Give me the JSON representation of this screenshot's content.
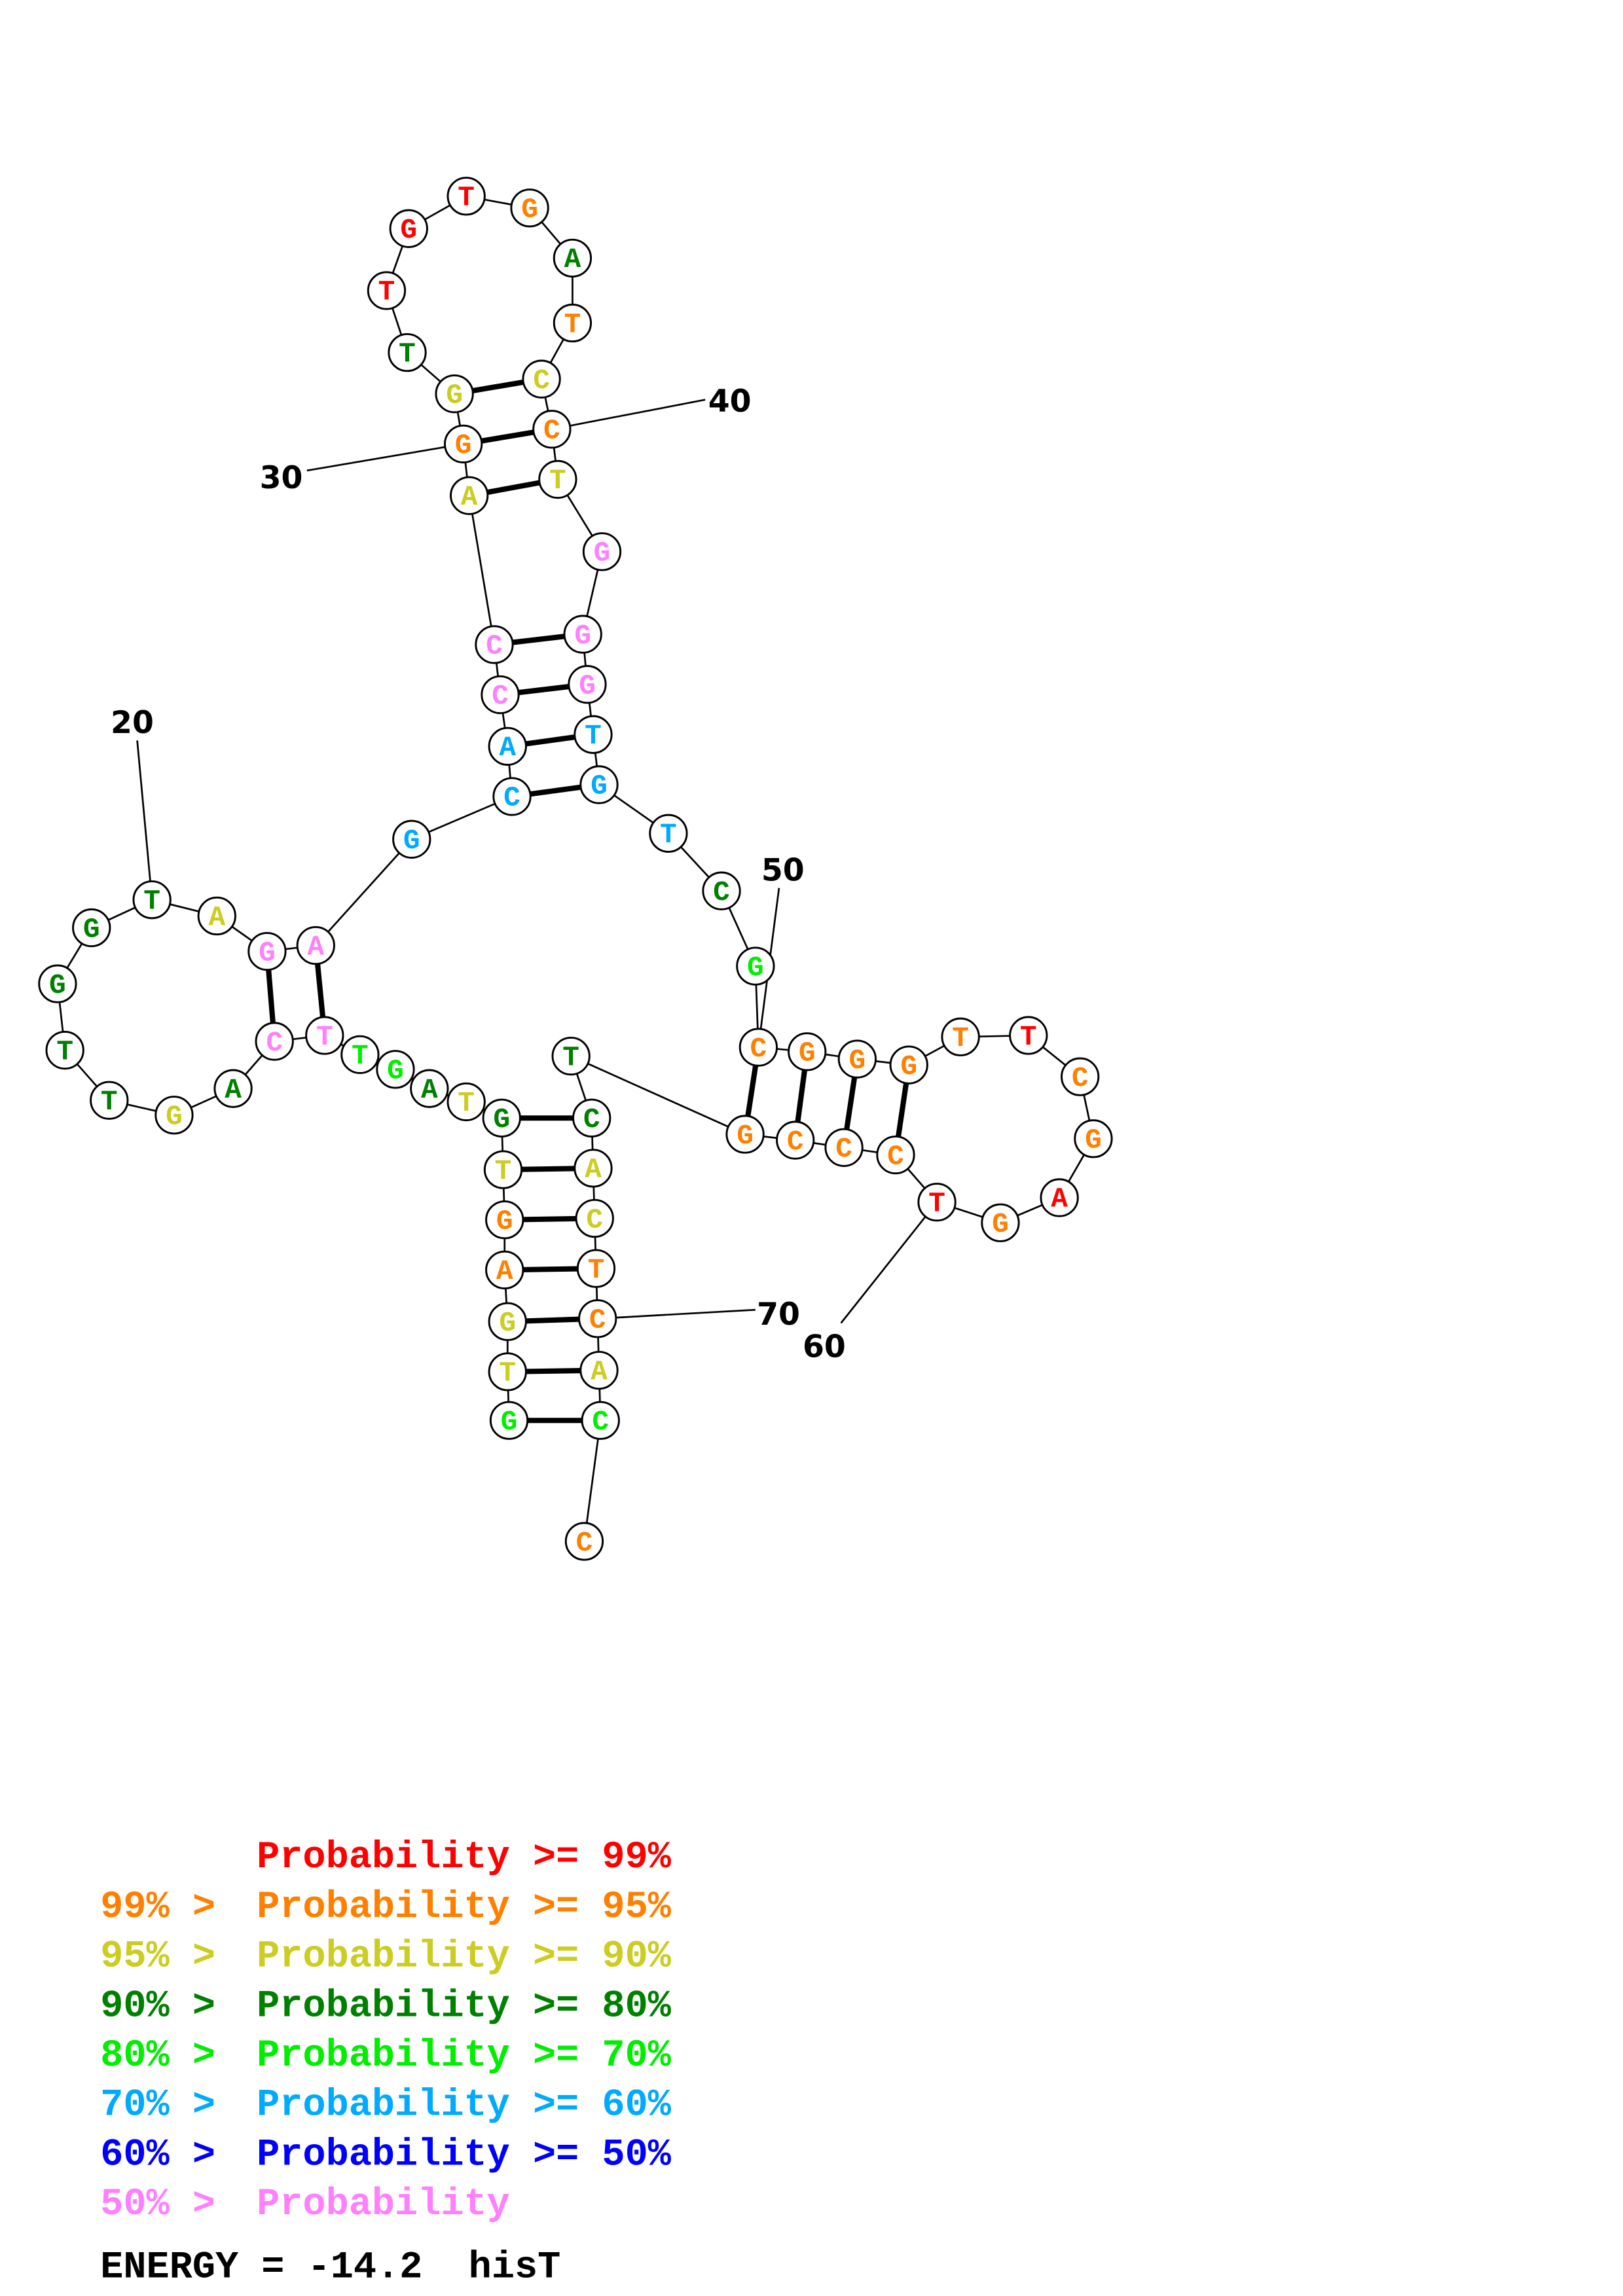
{
  "colors": {
    "p99": "#ff0000",
    "p95": "#ff8000",
    "p90": "#cccc22",
    "p80": "#008000",
    "p70": "#00ee00",
    "p60": "#00aaff",
    "p50": "#0000ff",
    "plow": "#ff80ff"
  },
  "sequence": [
    {
      "b": "G",
      "p": "p70"
    },
    {
      "b": "T",
      "p": "p90"
    },
    {
      "b": "G",
      "p": "p90"
    },
    {
      "b": "A",
      "p": "p95"
    },
    {
      "b": "G",
      "p": "p95"
    },
    {
      "b": "T",
      "p": "p90"
    },
    {
      "b": "G",
      "p": "p80"
    },
    {
      "b": "T",
      "p": "p90"
    },
    {
      "b": "A",
      "p": "p80"
    },
    {
      "b": "G",
      "p": "p70"
    },
    {
      "b": "T",
      "p": "p70"
    },
    {
      "b": "T",
      "p": "plow"
    },
    {
      "b": "C",
      "p": "plow"
    },
    {
      "b": "A",
      "p": "p80"
    },
    {
      "b": "G",
      "p": "p90"
    },
    {
      "b": "T",
      "p": "p80"
    },
    {
      "b": "T",
      "p": "p80"
    },
    {
      "b": "G",
      "p": "p80"
    },
    {
      "b": "G",
      "p": "p80"
    },
    {
      "b": "T",
      "p": "p80"
    },
    {
      "b": "A",
      "p": "p90"
    },
    {
      "b": "G",
      "p": "plow"
    },
    {
      "b": "A",
      "p": "plow"
    },
    {
      "b": "G",
      "p": "p60"
    },
    {
      "b": "C",
      "p": "p60"
    },
    {
      "b": "A",
      "p": "p60"
    },
    {
      "b": "C",
      "p": "plow"
    },
    {
      "b": "C",
      "p": "plow"
    },
    {
      "b": "A",
      "p": "p90"
    },
    {
      "b": "G",
      "p": "p95"
    },
    {
      "b": "G",
      "p": "p90"
    },
    {
      "b": "T",
      "p": "p80"
    },
    {
      "b": "T",
      "p": "p99"
    },
    {
      "b": "G",
      "p": "p99"
    },
    {
      "b": "T",
      "p": "p99"
    },
    {
      "b": "G",
      "p": "p95"
    },
    {
      "b": "A",
      "p": "p80"
    },
    {
      "b": "T",
      "p": "p95"
    },
    {
      "b": "C",
      "p": "p90"
    },
    {
      "b": "C",
      "p": "p95"
    },
    {
      "b": "T",
      "p": "p90"
    },
    {
      "b": "G",
      "p": "plow"
    },
    {
      "b": "G",
      "p": "plow"
    },
    {
      "b": "G",
      "p": "plow"
    },
    {
      "b": "T",
      "p": "p60"
    },
    {
      "b": "G",
      "p": "p60"
    },
    {
      "b": "T",
      "p": "p60"
    },
    {
      "b": "C",
      "p": "p80"
    },
    {
      "b": "G",
      "p": "p70"
    },
    {
      "b": "C",
      "p": "p95"
    },
    {
      "b": "G",
      "p": "p95"
    },
    {
      "b": "G",
      "p": "p95"
    },
    {
      "b": "G",
      "p": "p95"
    },
    {
      "b": "T",
      "p": "p95"
    },
    {
      "b": "T",
      "p": "p99"
    },
    {
      "b": "C",
      "p": "p95"
    },
    {
      "b": "G",
      "p": "p95"
    },
    {
      "b": "A",
      "p": "p99"
    },
    {
      "b": "G",
      "p": "p95"
    },
    {
      "b": "T",
      "p": "p99"
    },
    {
      "b": "C",
      "p": "p95"
    },
    {
      "b": "C",
      "p": "p95"
    },
    {
      "b": "C",
      "p": "p95"
    },
    {
      "b": "G",
      "p": "p95"
    },
    {
      "b": "T",
      "p": "p80"
    },
    {
      "b": "C",
      "p": "p80"
    },
    {
      "b": "A",
      "p": "p90"
    },
    {
      "b": "C",
      "p": "p90"
    },
    {
      "b": "T",
      "p": "p95"
    },
    {
      "b": "C",
      "p": "p95"
    },
    {
      "b": "A",
      "p": "p90"
    },
    {
      "b": "C",
      "p": "p70"
    },
    {
      "b": "C",
      "p": "p95"
    }
  ],
  "pairs": [
    [
      1,
      72
    ],
    [
      2,
      71
    ],
    [
      3,
      70
    ],
    [
      4,
      69
    ],
    [
      5,
      68
    ],
    [
      6,
      67
    ],
    [
      7,
      66
    ],
    [
      12,
      23
    ],
    [
      13,
      22
    ],
    [
      25,
      46
    ],
    [
      26,
      45
    ],
    [
      27,
      44
    ],
    [
      28,
      43
    ],
    [
      29,
      41
    ],
    [
      30,
      40
    ],
    [
      31,
      39
    ],
    [
      50,
      64
    ],
    [
      51,
      63
    ],
    [
      52,
      62
    ],
    [
      53,
      61
    ]
  ],
  "position_labels": [
    "20",
    "30",
    "40",
    "50",
    "60",
    "70"
  ],
  "legend": [
    {
      "prefix": "",
      "text": "Probability >= 99%",
      "p": "p99"
    },
    {
      "prefix": "99% > ",
      "text": "Probability >= 95%",
      "p": "p95"
    },
    {
      "prefix": "95% > ",
      "text": "Probability >= 90%",
      "p": "p90"
    },
    {
      "prefix": "90% > ",
      "text": "Probability >= 80%",
      "p": "p80"
    },
    {
      "prefix": "80% > ",
      "text": "Probability >= 70%",
      "p": "p70"
    },
    {
      "prefix": "70% > ",
      "text": "Probability >= 60%",
      "p": "p60"
    },
    {
      "prefix": "60% > ",
      "text": "Probability >= 50%",
      "p": "p50"
    },
    {
      "prefix": "50% > ",
      "text": "Probability",
      "p": "plow"
    }
  ],
  "energy_line": "ENERGY = -14.2  hisT"
}
